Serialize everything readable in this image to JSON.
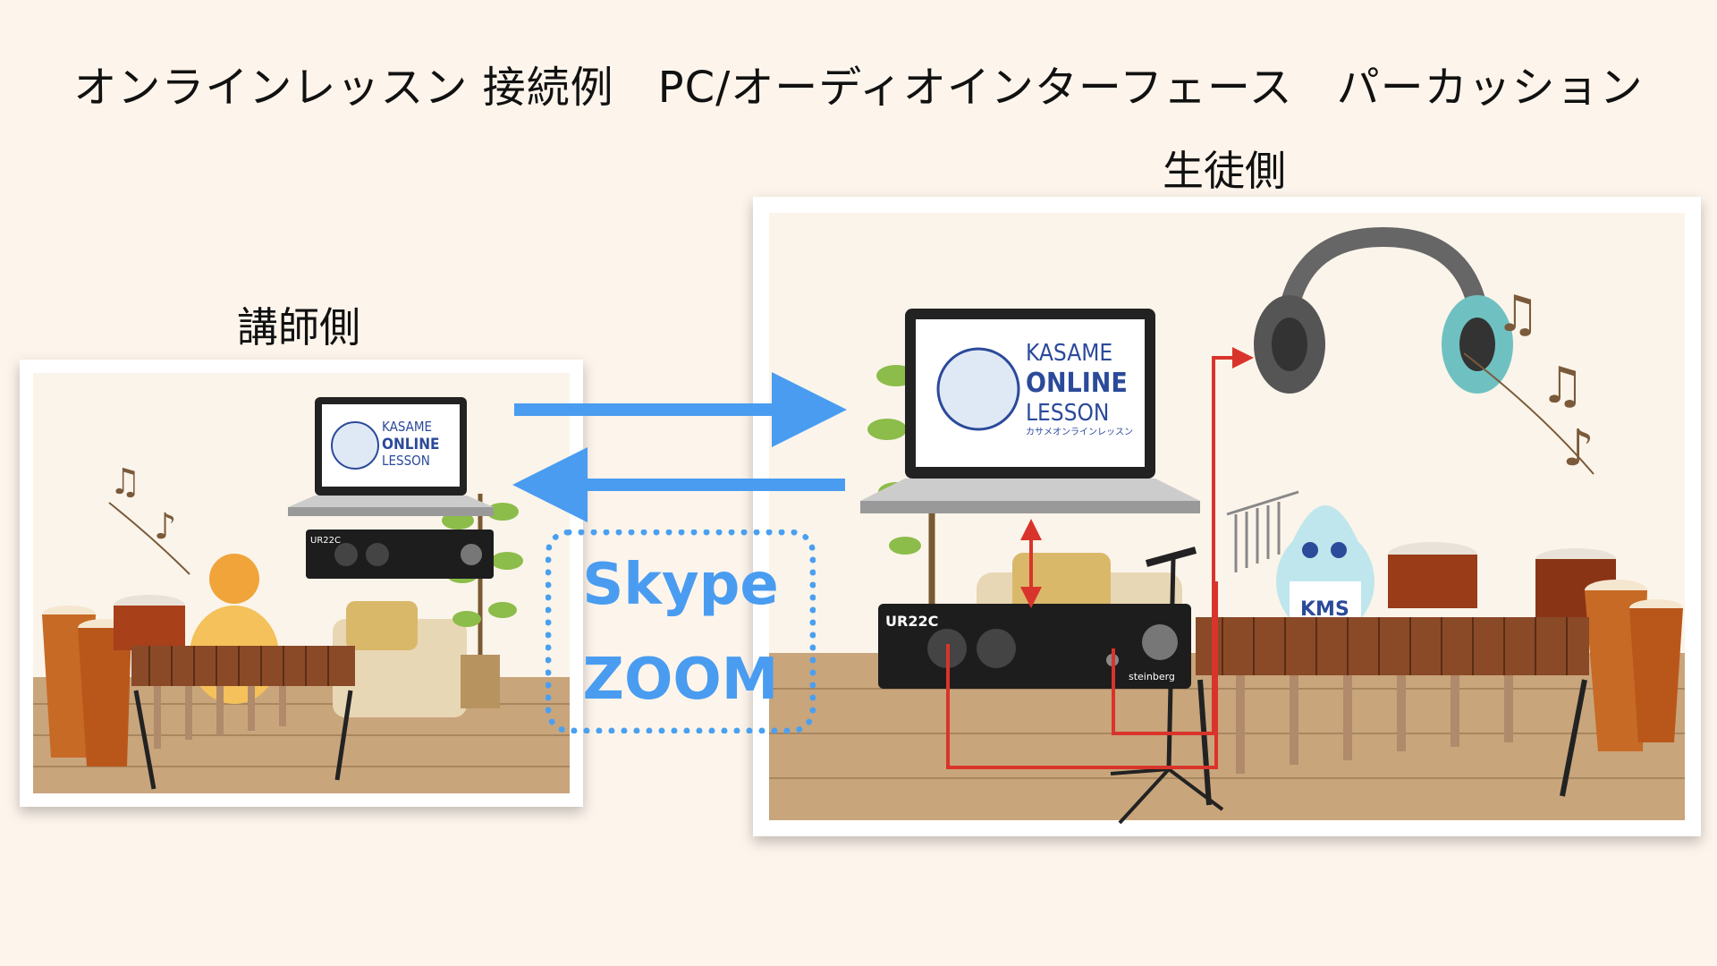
{
  "title": "オンラインレッスン 接続例　PC/オーディオインターフェース　パーカッション",
  "teacher_label": "講師側",
  "student_label": "生徒側",
  "services": [
    "Skype",
    "ZOOM"
  ],
  "logo": {
    "line1": "KASAME",
    "line2": "ONLINE",
    "line3": "LESSON",
    "sub": "カサメオンラインレッスン"
  },
  "interface": {
    "model": "UR22C",
    "brand": "steinberg"
  },
  "shirt_text": "KMS",
  "colors": {
    "background": "#fdf5ec",
    "sync_arrow": "#4a9cf0",
    "cable": "#d9342b",
    "floor": "#c9a57c"
  }
}
